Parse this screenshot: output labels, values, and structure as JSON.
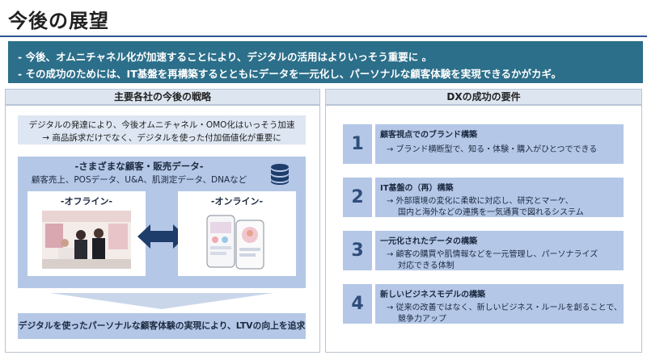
{
  "page": {
    "title": "今後の展望"
  },
  "banner": {
    "line1": "- 今後、オムニチャネル化が加速することにより、デジタルの活用はよりいっそう重要に 。",
    "line2": "- その成功のためには、IT基盤を再構築するとともにデータを一元化し、パーソナルな顧客体験を実現できるかがカギ。"
  },
  "left": {
    "header": "主要各社の今後の戦略",
    "intro_line1": "デジタルの発達により、今後オムニチャネル・OMO化はいっそう加速",
    "intro_line2": "→ 商品訴求だけでなく、デジタルを使った付加価値化が重要に",
    "data_title": "-さまざまな顧客・販売データ-",
    "data_sub": "顧客売上、POSデータ、U&A、肌測定データ、DNAなど",
    "offline_label": "-オフライン-",
    "online_label": "-オンライン-",
    "outcome": "デジタルを使ったパーソナルな顧客体験の実現により、LTVの向上を追求"
  },
  "right": {
    "header": "DXの成功の要件",
    "requirements": [
      {
        "num": "1",
        "title": "顧客視点でのブランド構築",
        "line1": "→ ブランド横断型で、知る・体験・購入がひとつでできる",
        "line2": ""
      },
      {
        "num": "2",
        "title": "IT基盤の（再）構築",
        "line1": "→ 外部環境の変化に柔軟に対応し、研究とマーケ、",
        "line2": "国内と海外などの連携を一気通貫で図れるシステム"
      },
      {
        "num": "3",
        "title": "一元化されたデータの構築",
        "line1": "→ 顧客の購買や肌情報などを一元管理し、パーソナライズ",
        "line2": "対応できる体制"
      },
      {
        "num": "4",
        "title": "新しいビジネスモデルの構築",
        "line1": "→ 従来の改善ではなく、新しいビジネス・ルールを創ることで、",
        "line2": "競争力アップ"
      }
    ]
  },
  "colors": {
    "accent": "#2f5597",
    "banner": "#2c6f8a",
    "block": "#b4c7e7",
    "arrow": "#2f4d7a"
  }
}
